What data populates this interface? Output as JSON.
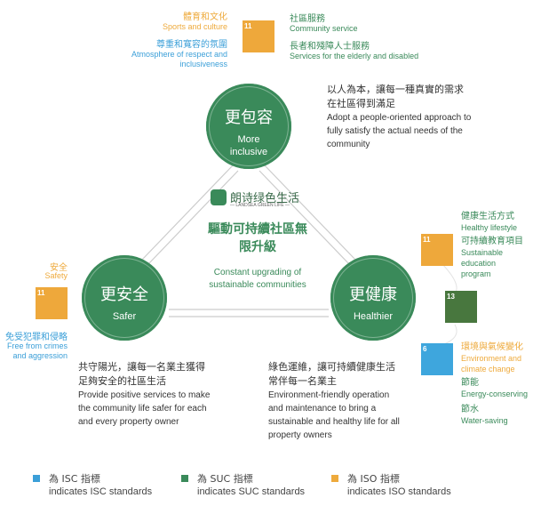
{
  "top": {
    "title_zh": "更包容",
    "title_en_1": "More",
    "title_en_2": "inclusive",
    "left": [
      {
        "zh": "體育和文化",
        "en": "Sports and culture"
      },
      {
        "zh": "尊重和寬容的氛圍",
        "en1": "Atmosphere of respect and",
        "en2": "inclusiveness"
      }
    ],
    "right": [
      {
        "zh": "社區服務",
        "en": "Community service"
      },
      {
        "zh": "長者和殘障人士服務",
        "en": "Services for the elderly and disabled"
      }
    ],
    "desc_zh_1": "以人為本，讓每一種真實的需求",
    "desc_zh_2": "在社區得到滿足",
    "desc_en_1": "Adopt a people-oriented approach to",
    "desc_en_2": "fully satisfy the actual needs of the",
    "desc_en_3": "community"
  },
  "left": {
    "title_zh": "更安全",
    "title_en": "Safer",
    "items": [
      {
        "zh": "安全",
        "en": "Safety"
      },
      {
        "zh": "免受犯罪和侵略",
        "en1": "Free from crimes",
        "en2": "and aggression"
      }
    ],
    "desc_zh_1": "共守陽光，讓每一名業主獲得",
    "desc_zh_2": "足夠安全的社區生活",
    "desc_en_1": "Provide positive services to make",
    "desc_en_2": "the community life safer for each",
    "desc_en_3": "and every property owner"
  },
  "right": {
    "title_zh": "更健康",
    "title_en": "Healthier",
    "items": [
      {
        "zh": "健康生活方式",
        "en": "Healthy lifestyle"
      },
      {
        "zh": "可持續教育項目",
        "en1": "Sustainable",
        "en2": "education",
        "en3": "program"
      },
      {
        "zh": "環境與氣候變化",
        "en1": "Environment and",
        "en2": "climate change"
      },
      {
        "zh": "節能",
        "en": "Energy-conserving"
      },
      {
        "zh": "節水",
        "en": "Water-saving"
      }
    ],
    "desc_zh_1": "綠色運維，讓可持續健康生活",
    "desc_zh_2": "常伴每一名業主",
    "desc_en_1": "Environment-friendly operation",
    "desc_en_2": "and maintenance to bring a",
    "desc_en_3": "sustainable and healthy life for all",
    "desc_en_4": "property owners"
  },
  "center": {
    "logo_zh": "朗诗绿色生活",
    "logo_en": "— LANDSEA GREEN LIFE —",
    "title_zh_1": "驅動可持續社區無",
    "title_zh_2": "限升級",
    "title_en_1": "Constant upgrading of",
    "title_en_2": "sustainable communities"
  },
  "sdg": {
    "g11": "11",
    "g13": "13",
    "g6": "6"
  },
  "legend": [
    {
      "zh": "為 ISC 指標",
      "en": "indicates ISC standards",
      "color": "#3b9fd8"
    },
    {
      "zh": "為 SUC 指標",
      "en": "indicates SUC standards",
      "color": "#3a8a5a"
    },
    {
      "zh": "為 ISO 指標",
      "en": "indicates ISO standards",
      "color": "#eeaa3c"
    }
  ],
  "colors": {
    "green": "#3a8a5a",
    "orange": "#eeaa3c",
    "blue": "#3b9fd8",
    "sdg11": "#eea83b",
    "sdg13": "#48773e",
    "sdg6": "#3ea6dd"
  }
}
